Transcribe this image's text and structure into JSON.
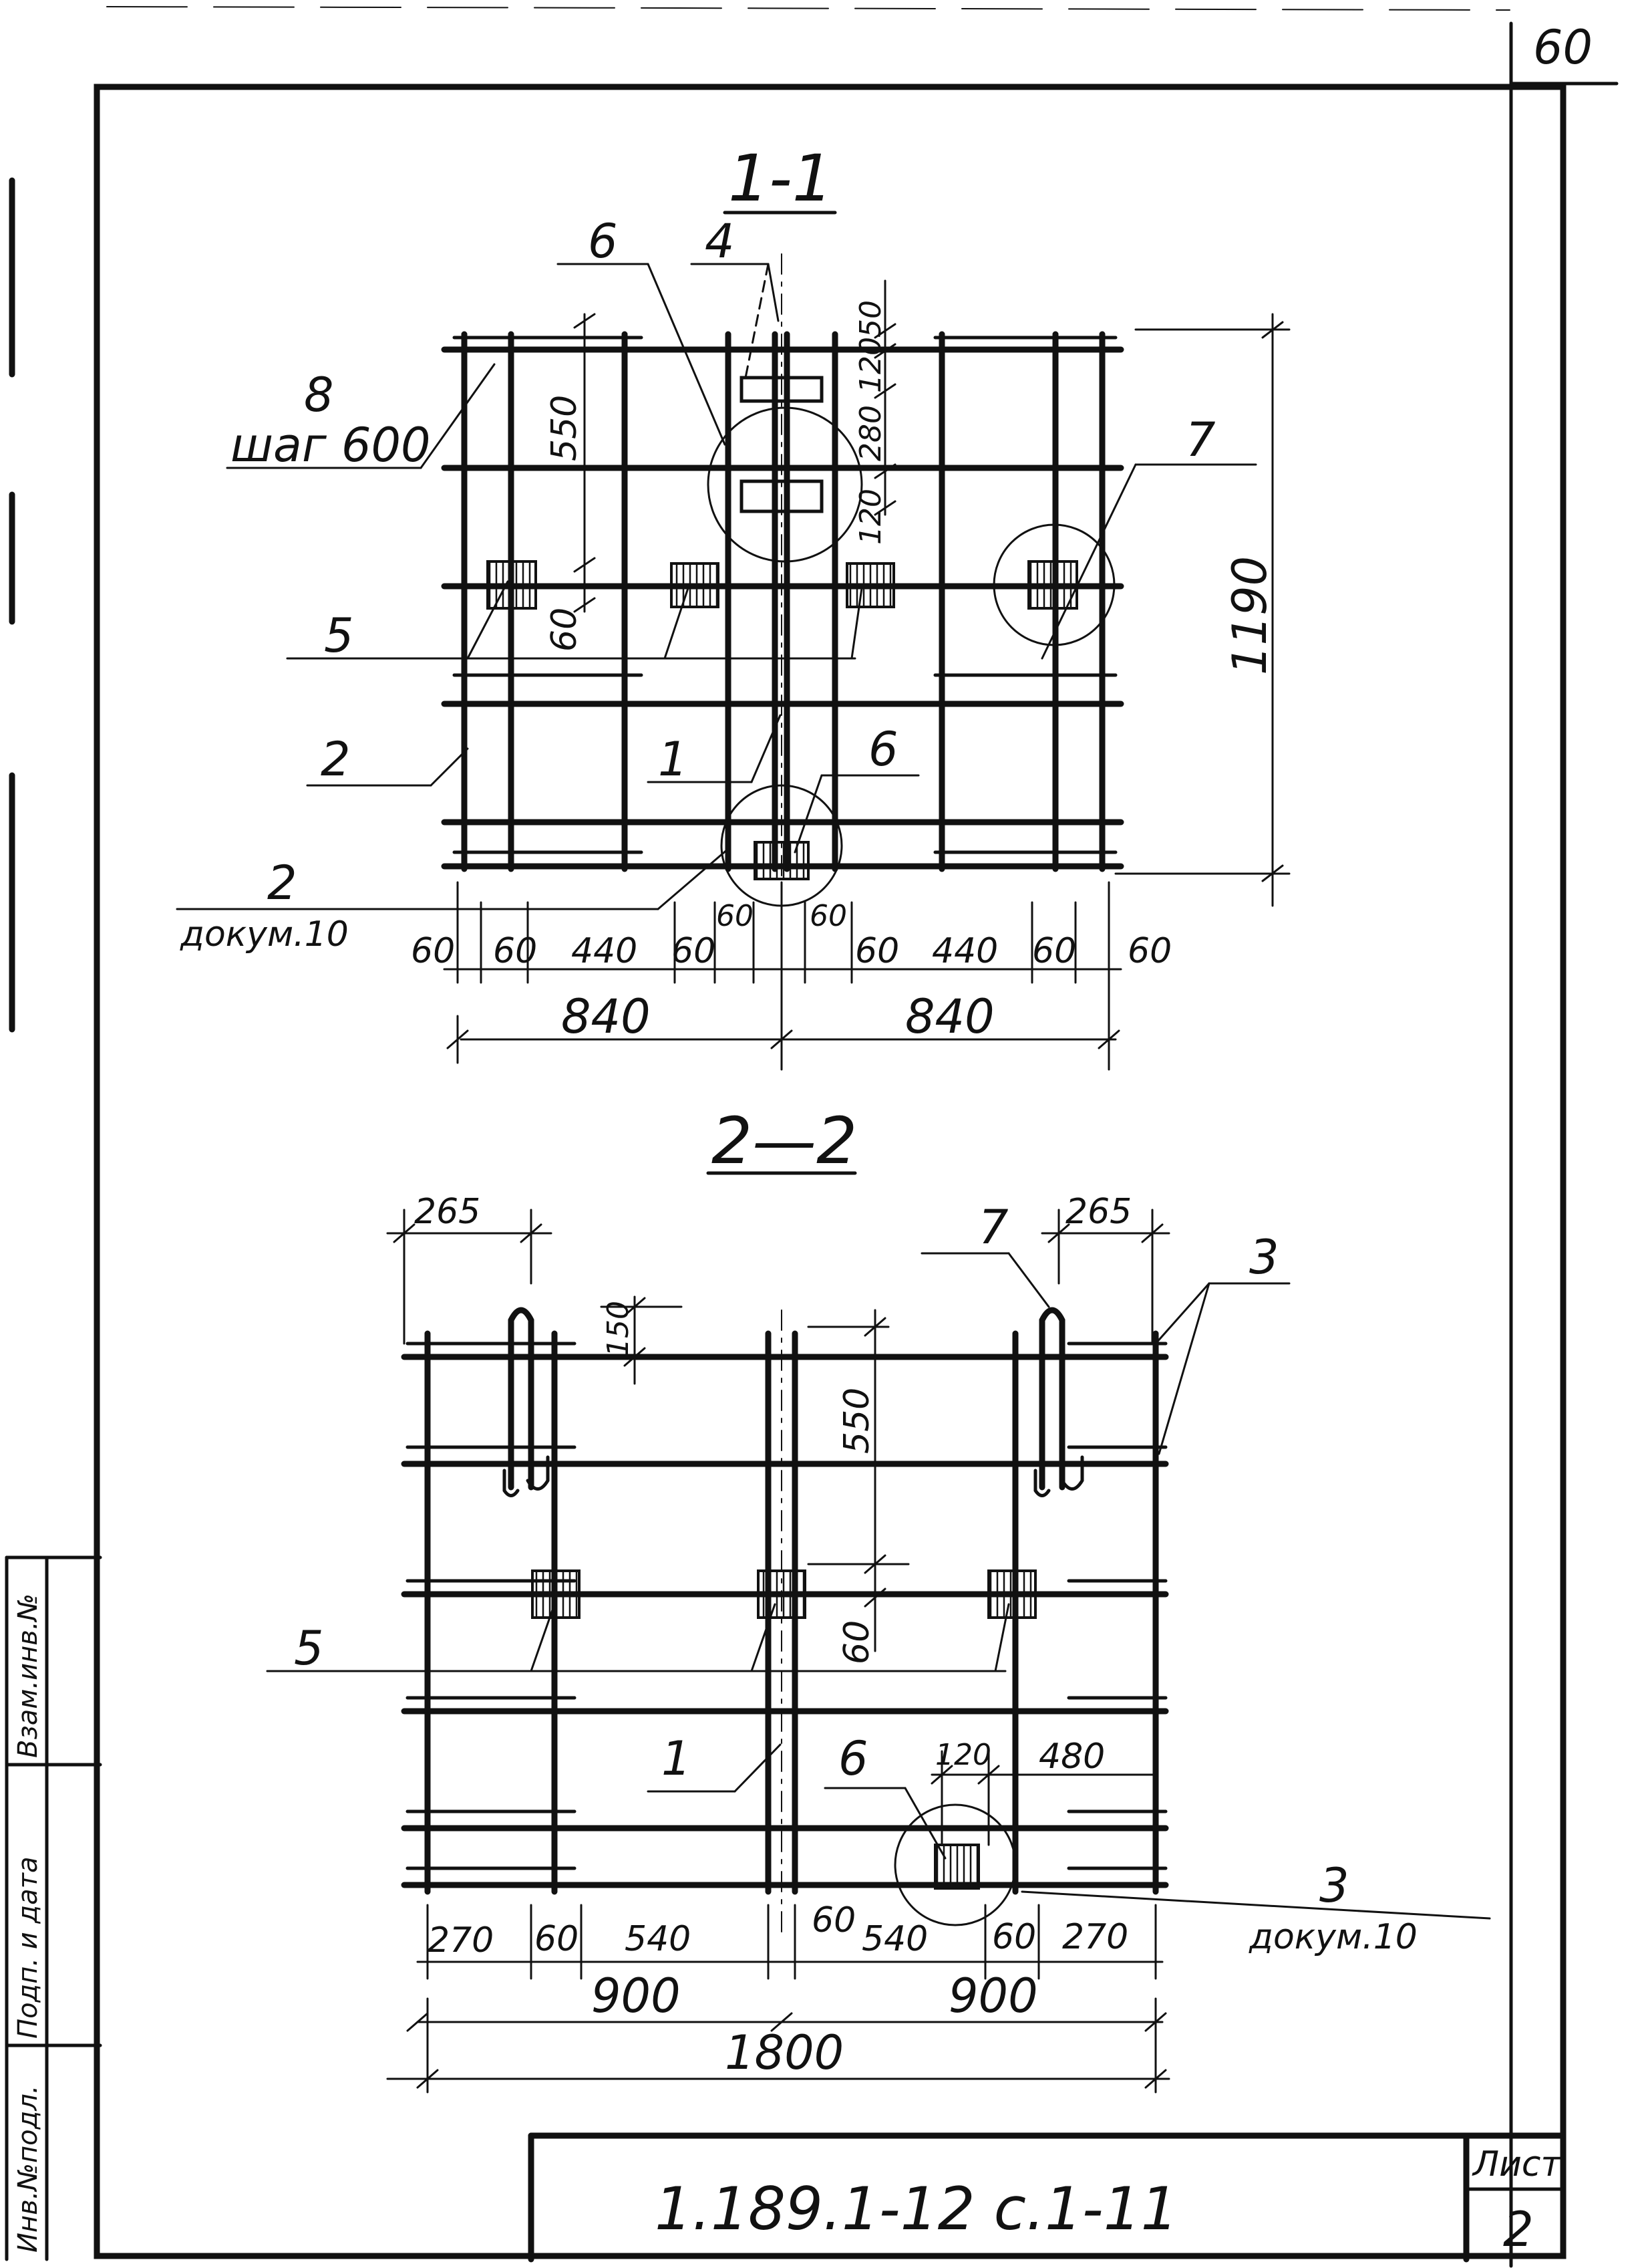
{
  "page_number": "60",
  "section_1": {
    "title": "1-1",
    "callouts": {
      "c8": "8",
      "c8_note": "шаг 600",
      "c6a": "6",
      "c4": "4",
      "c7": "7",
      "c5": "5",
      "c2": "2",
      "c1": "1",
      "c6b": "6",
      "c2b": "2",
      "c2b_note": "докум.10"
    },
    "dims_vertical": {
      "d550": "550",
      "d60": "60",
      "d50": "50",
      "d120a": "120",
      "d280": "280",
      "d120b": "120",
      "d1190": "1190"
    },
    "dims_bottom": {
      "a": "60",
      "b": "60",
      "c": "440",
      "d": "60",
      "e": "60",
      "f": "60",
      "g": "60",
      "h": "440",
      "i": "60",
      "j": "60"
    },
    "dims_total": {
      "left": "840",
      "right": "840"
    }
  },
  "section_2": {
    "title": "2—2",
    "callouts": {
      "c7": "7",
      "c3": "3",
      "c5": "5",
      "c1": "1",
      "c6": "6",
      "c3b": "3",
      "c3b_note": "докум.10"
    },
    "dims_top": {
      "left": "265",
      "right": "265"
    },
    "dims_vertical": {
      "d150": "150",
      "d550": "550",
      "d60": "60"
    },
    "dims_inner": {
      "d120": "120",
      "d480": "480"
    },
    "dims_bottom": {
      "a": "270",
      "b": "60",
      "c": "540",
      "d": "60",
      "e": "540",
      "f": "60",
      "g": "270"
    },
    "dims_half": {
      "left": "900",
      "right": "900"
    },
    "dims_total": "1800"
  },
  "side_stamp": {
    "inv": "Инв.№подл.",
    "sign": "Подп. и дата",
    "replace": "Взам.инв.№"
  },
  "title_block": {
    "doc_code": "1.189.1-12 с.1-11",
    "sheet_label": "Лист",
    "sheet_number": "2"
  }
}
